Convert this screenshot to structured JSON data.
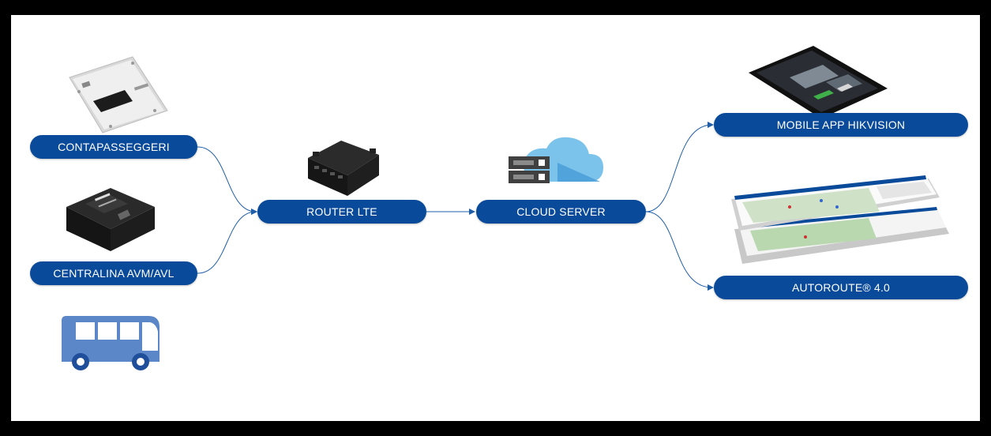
{
  "nodes": {
    "contapasseggeri": "CONTAPASSEGGERI",
    "centralina": "CENTRALINA AVM/AVL",
    "router": "ROUTER LTE",
    "cloud": "CLOUD SERVER",
    "mobile_app": "MOBILE APP HIKVISION",
    "autoroute": "AUTOROUTE® 4.0"
  },
  "colors": {
    "pill": "#0a4a9a",
    "connector": "#1f5fa8",
    "bus": "#5b86c8",
    "cloud": "#7cc3ec"
  },
  "icons": [
    "passenger-counter-device",
    "avm-avl-unit",
    "bus-icon",
    "lte-router",
    "server-icon",
    "cloud-icon",
    "smartphone",
    "web-dashboard"
  ]
}
